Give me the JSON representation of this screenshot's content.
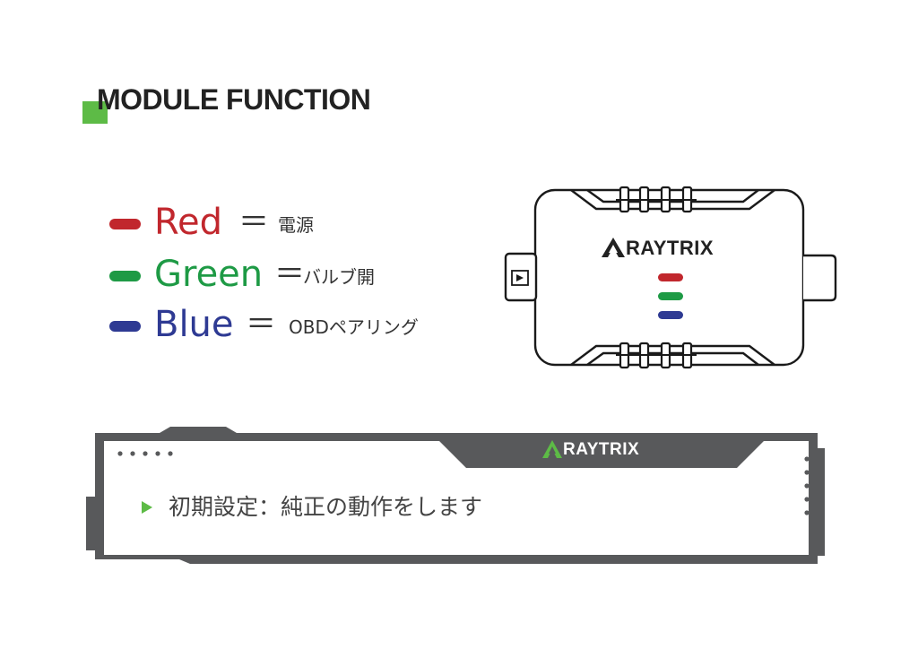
{
  "header": {
    "title": "MODULE FUNCTION",
    "accent_color": "#5dbb46"
  },
  "legend": [
    {
      "color_name": "Red",
      "description": "電源",
      "color": "#c1272d"
    },
    {
      "color_name": "Green",
      "description": "バルブ開",
      "color": "#1e9a45"
    },
    {
      "color_name": "Blue",
      "description": "OBDペアリング",
      "color": "#2e3a93"
    }
  ],
  "equals_sign": "＝",
  "device": {
    "brand": "RAYTRIX",
    "leds": [
      "#c1272d",
      "#1e9a45",
      "#2e3a93"
    ]
  },
  "panel": {
    "brand": "RAYTRIX",
    "text": "初期設定：純正の動作をします",
    "frame_color": "#58595b",
    "arrow_color": "#5dbb46"
  }
}
